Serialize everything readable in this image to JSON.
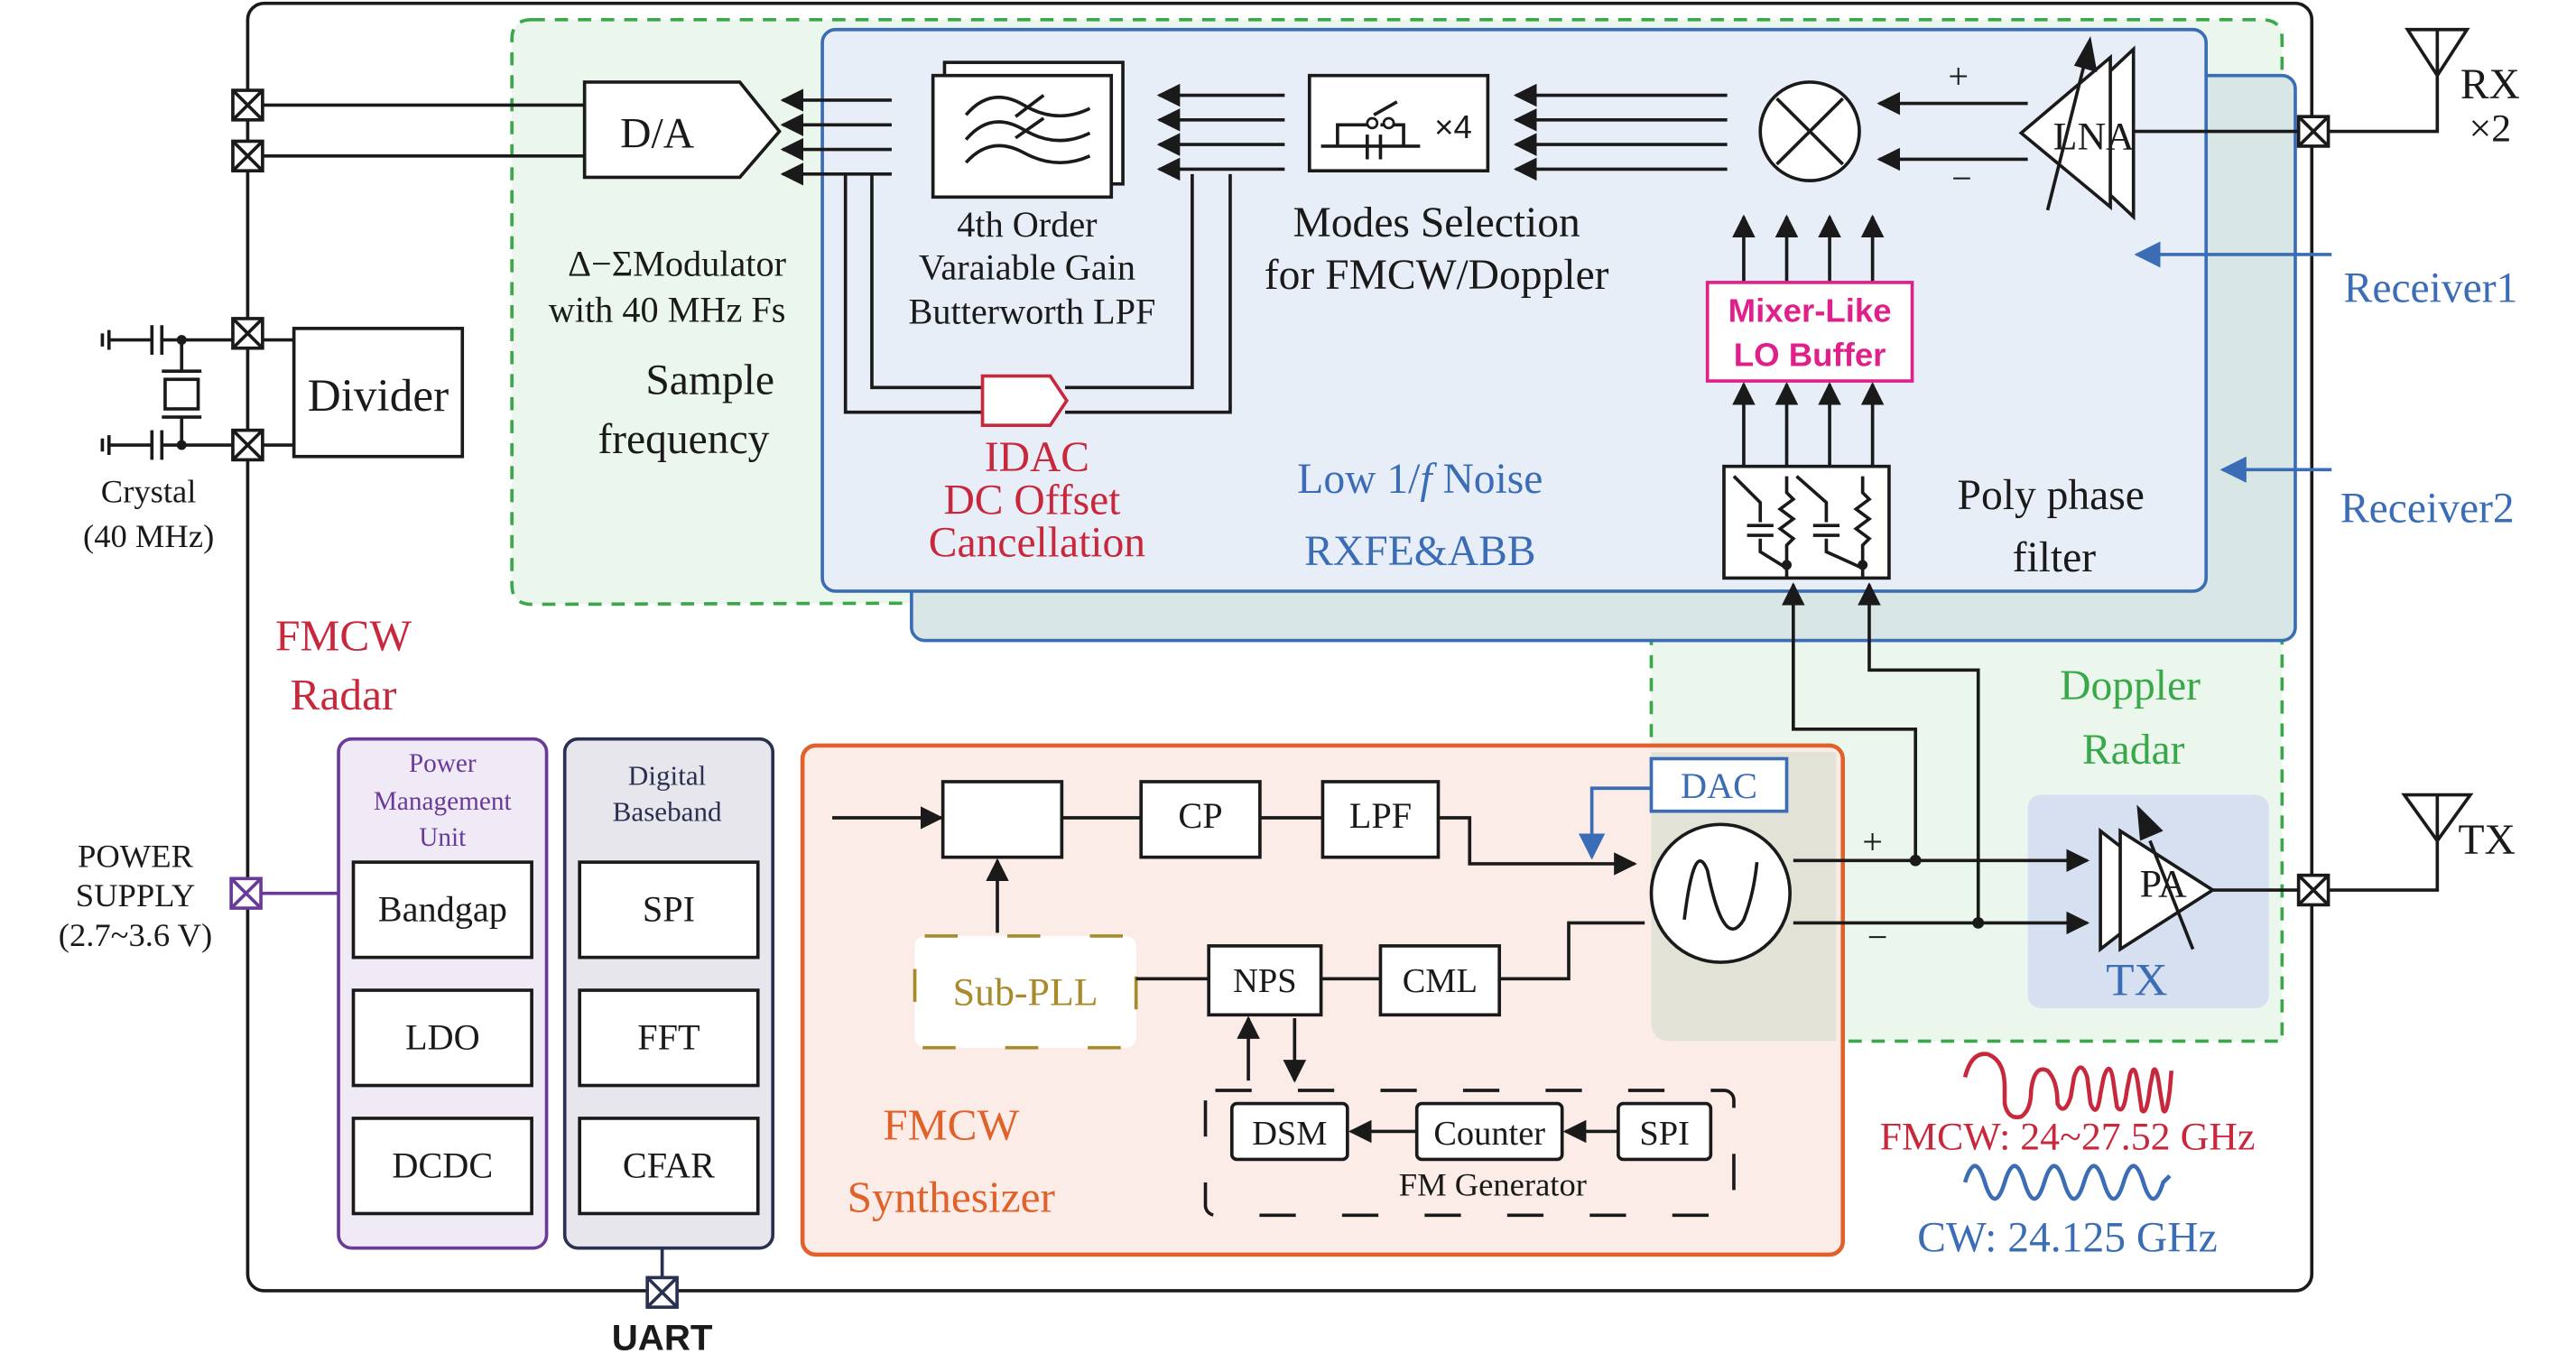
{
  "colors": {
    "frame": "#1a1a1a",
    "doppler_green": "#3aa84a",
    "rx_blue": "#3a6db5",
    "idac_red": "#c8283c",
    "mixer_magenta": "#e0208a",
    "synth_orange": "#e0622a",
    "pmu_purple": "#6a3a9a",
    "dbb_navy": "#2a3050",
    "subpll_gold": "#a88a2a",
    "fmcw_red": "#c8283c"
  },
  "left": {
    "crystal_label_1": "Crystal",
    "crystal_label_2": "(40 MHz)",
    "divider": "Divider",
    "power_supply_1": "POWER",
    "power_supply_2": "SUPPLY",
    "power_supply_3": "(2.7~3.6 V)",
    "fmcw_radar_1": "FMCW",
    "fmcw_radar_2": "Radar"
  },
  "adc": {
    "da_label": "D/A",
    "modulator_1": "Δ−ΣModulator",
    "modulator_2": "with 40 MHz Fs",
    "sample_1": "Sample",
    "sample_2": "frequency"
  },
  "rx": {
    "lpf_1": "4th Order",
    "lpf_2": "Varaiable Gain",
    "lpf_3": "Butterworth LPF",
    "switch_mult": "×4",
    "modes_1": "Modes Selection",
    "modes_2": "for FMCW/Doppler",
    "idac_1": "IDAC",
    "idac_2": "DC Offset",
    "idac_3": "Cancellation",
    "noise_prefix": "Low 1/",
    "noise_f": "f",
    "noise_suffix": " Noise",
    "rxfe": "RXFE&ABB",
    "lna": "LNA",
    "plus": "+",
    "minus": "−",
    "mixer_buf_1": "Mixer-Like",
    "mixer_buf_2": "LO Buffer",
    "poly_1": "Poly phase",
    "poly_2": "filter",
    "receiver1": "Receiver1",
    "receiver2": "Receiver2",
    "rx_ant": "RX",
    "rx_count": "×2"
  },
  "doppler": {
    "label_1": "Doppler",
    "label_2": "Radar",
    "pa": "PA",
    "tx_block": "TX",
    "tx_ant": "TX"
  },
  "pmu": {
    "title_1": "Power",
    "title_2": "Management",
    "title_3": "Unit",
    "items": [
      "Bandgap",
      "LDO",
      "DCDC"
    ]
  },
  "dbb": {
    "title_1": "Digital",
    "title_2": "Baseband",
    "items": [
      "SPI",
      "FFT",
      "CFAR"
    ],
    "uart": "UART"
  },
  "synth": {
    "cp": "CP",
    "lpf": "LPF",
    "dac": "DAC",
    "sub_pll": "Sub-PLL",
    "nps": "NPS",
    "cml": "CML",
    "dsm": "DSM",
    "counter": "Counter",
    "spi": "SPI",
    "fm_gen": "FM Generator",
    "title_1": "FMCW",
    "title_2": "Synthesizer",
    "plus": "+",
    "minus": "−"
  },
  "waveforms": {
    "fmcw": "FMCW: 24~27.52 GHz",
    "cw": "CW: 24.125 GHz"
  }
}
